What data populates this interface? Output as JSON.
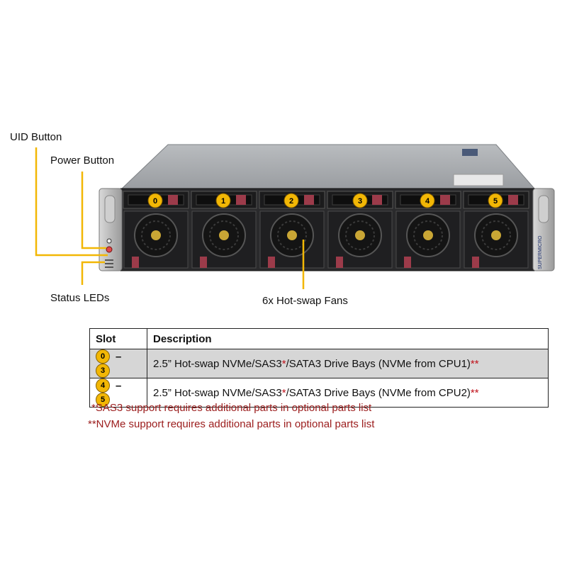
{
  "callouts": {
    "uid_button": "UID Button",
    "power_button": "Power Button",
    "status_leds": "Status LEDs",
    "fans": "6x Hot-swap Fans"
  },
  "drive_bays": [
    "0",
    "1",
    "2",
    "3",
    "4",
    "5"
  ],
  "vendor_mark": "SUPERMICRO",
  "table": {
    "headers": {
      "slot": "Slot",
      "description": "Description"
    },
    "rows": [
      {
        "from": "0",
        "dash": "–",
        "to": "3",
        "desc_a": "2.5” Hot-swap NVMe/SAS3",
        "star": "*",
        "desc_b": "/SATA3 Drive Bays (NVMe from CPU1)",
        "dstar": "**"
      },
      {
        "from": "4",
        "dash": "–",
        "to": "5",
        "desc_a": "2.5” Hot-swap NVMe/SAS3",
        "star": "*",
        "desc_b": "/SATA3 Drive Bays (NVMe from CPU2)",
        "dstar": "**"
      }
    ]
  },
  "notes": [
    "*SAS3 support requires additional parts in optional parts list",
    "**NVMe support requires additional parts in optional parts list"
  ],
  "colors": {
    "callout_line": "#f2b705",
    "badge": "#f2b705",
    "note_red": "#9b1c1c"
  }
}
